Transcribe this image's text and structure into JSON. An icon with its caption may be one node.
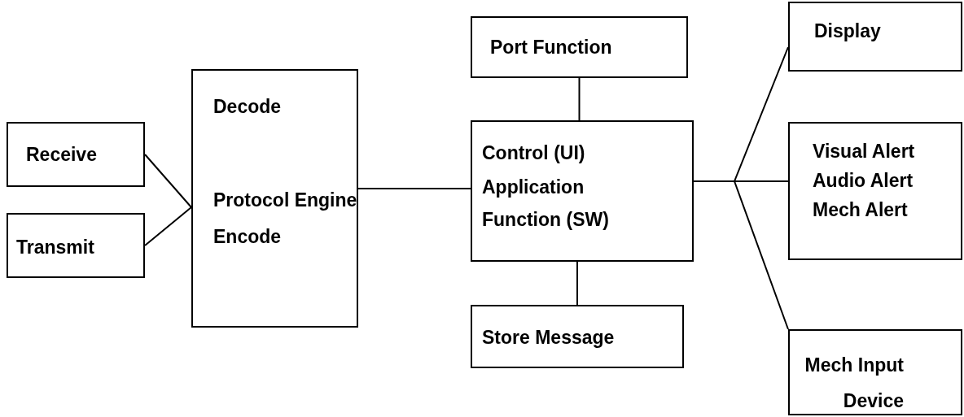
{
  "diagram": {
    "nodes": [
      {
        "text": [
          "Receive"
        ]
      },
      {
        "text": [
          "Transmit"
        ]
      },
      {
        "text": [
          "Decode",
          "Protocol Engine",
          "Encode"
        ]
      },
      {
        "text": [
          "Port Function"
        ]
      },
      {
        "text": [
          "Display"
        ]
      },
      {
        "text": [
          "Control (UI)",
          "Application Function (SW)"
        ]
      },
      {
        "text": [
          "Visual Alert",
          "Audio Alert",
          "Mech Alert"
        ]
      },
      {
        "text": [
          "Store Message"
        ]
      },
      {
        "text": [
          "Mech Input Device"
        ]
      }
    ],
    "edges": [
      {
        "from": 0,
        "to": 2,
        "arrow": "none"
      },
      {
        "from": 1,
        "to": 2,
        "arrow": "none"
      },
      {
        "from": 2,
        "to": 5,
        "arrow": "none"
      },
      {
        "from": 3,
        "to": 5,
        "arrow": "none"
      },
      {
        "from": 5,
        "to": 7,
        "arrow": "none"
      },
      {
        "from": 5,
        "to": 4,
        "arrow": "none"
      },
      {
        "from": 5,
        "to": 6,
        "arrow": "none"
      },
      {
        "from": 5,
        "to": 8,
        "arrow": "none"
      }
    ]
  }
}
